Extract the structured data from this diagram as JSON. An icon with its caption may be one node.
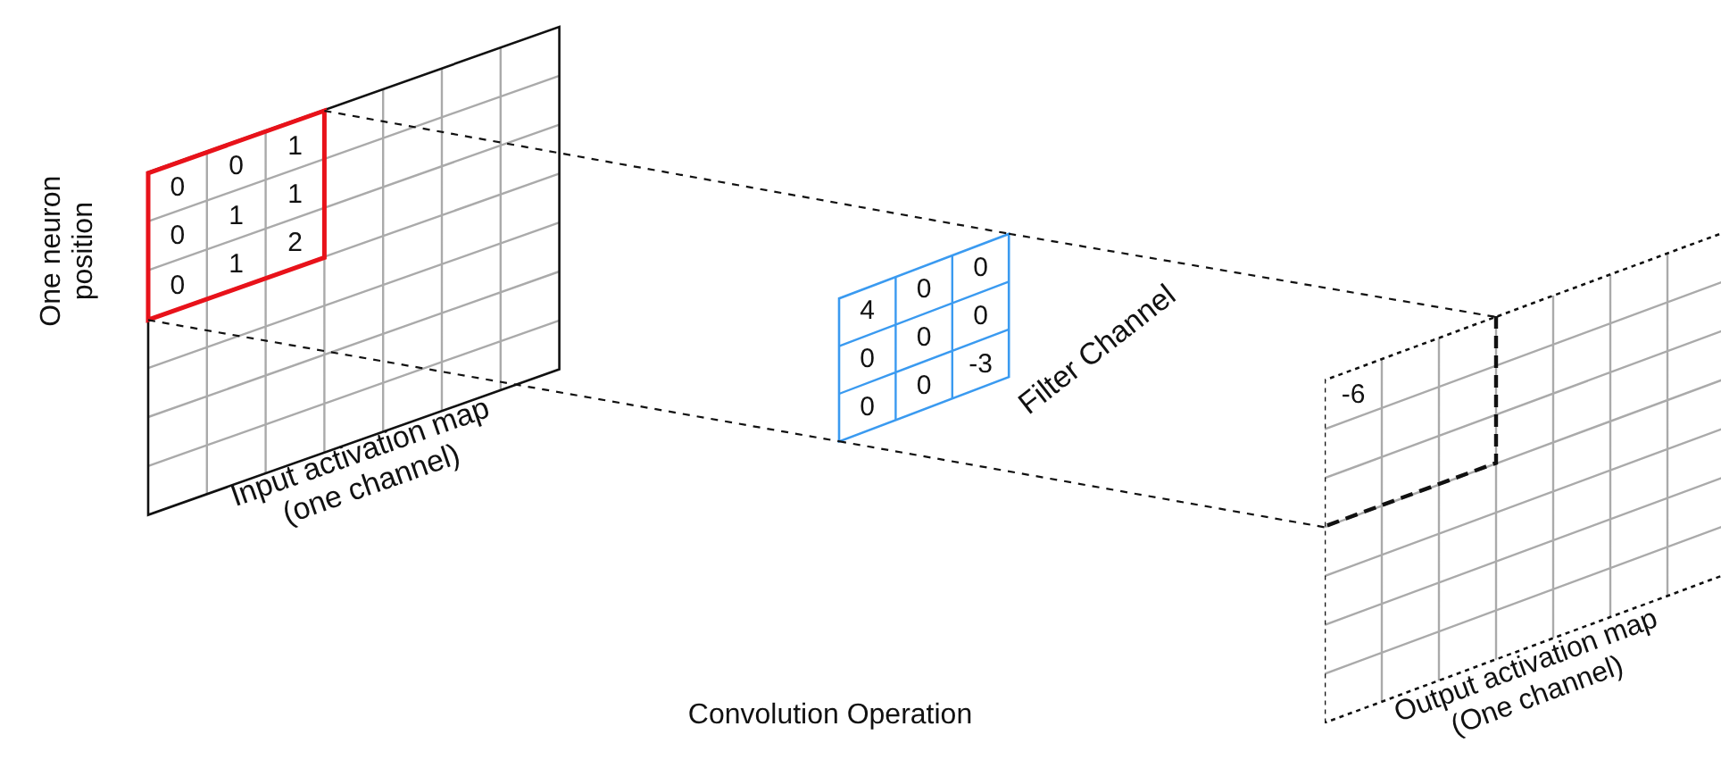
{
  "diagram": {
    "caption": "Convolution Operation",
    "nodes": [
      {
        "text": [
          "Input activation map (one channel)"
        ]
      },
      {
        "text": [
          "0",
          "0",
          "1",
          "0",
          "1",
          "1",
          "0",
          "1",
          "2"
        ],
        "in": 0
      },
      {
        "text": [
          "4",
          "0",
          "0",
          "0",
          "0",
          "0",
          "0",
          "0",
          "-3"
        ],
        "beside": [
          "Filter Channel"
        ]
      },
      {
        "text": [
          "Output activation map (One channel)"
        ]
      },
      {
        "text": [
          "-6"
        ],
        "in": 3
      }
    ],
    "edges": [
      {
        "from": 1,
        "to": 2,
        "arrow": "none",
        "style": "dashed"
      },
      {
        "from": 1,
        "to": 2,
        "arrow": "none",
        "style": "dashed"
      },
      {
        "from": 2,
        "to": 4,
        "arrow": "none",
        "style": "dashed"
      },
      {
        "from": 2,
        "to": 4,
        "arrow": "none",
        "style": "dashed"
      }
    ],
    "labels": [
      "One neuron position"
    ]
  }
}
